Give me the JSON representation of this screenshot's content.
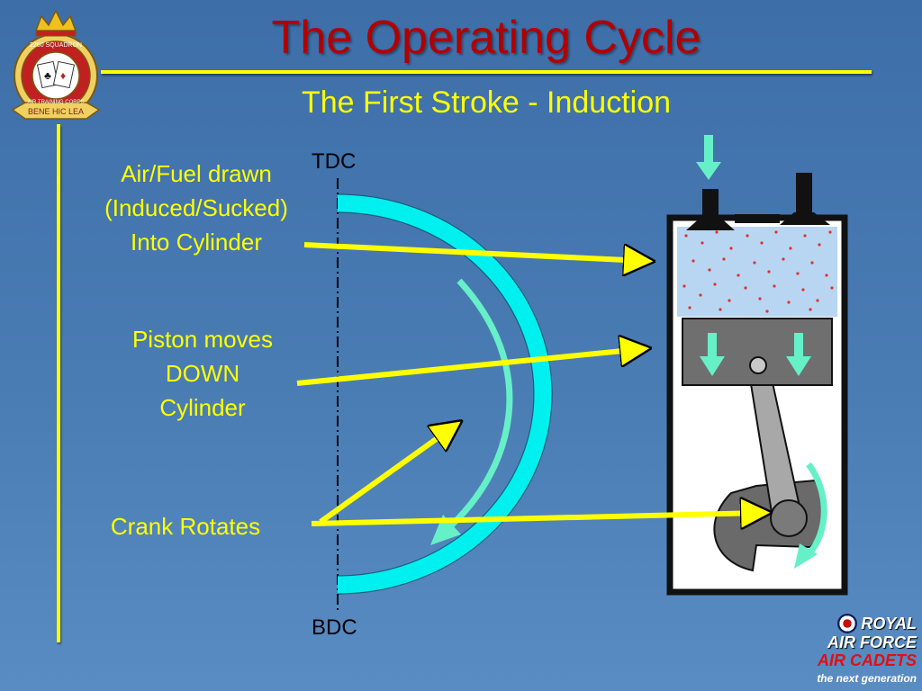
{
  "slide": {
    "title": "The Operating Cycle",
    "subtitle": "The First Stroke - Induction"
  },
  "labels": {
    "airfuel": [
      "Air/Fuel drawn",
      "(Induced/Sucked)",
      "Into Cylinder"
    ],
    "piston": [
      "Piston moves",
      "DOWN",
      "Cylinder"
    ],
    "crank": "Crank Rotates",
    "tdc": "TDC",
    "bdc": "BDC"
  },
  "badge": {
    "ring_top": "2260 SQUADRON",
    "ring_side": "AIR TRAINING CORPS",
    "motto": "BENE HIC LEA"
  },
  "logo": {
    "line1": "ROYAL",
    "line2": "AIR FORCE",
    "line3": "AIR CADETS",
    "tagline": "the next generation"
  },
  "colors": {
    "title": "#b00000",
    "accent": "#ffff00",
    "arc": "#00f0f0",
    "flow_arrow": "#66f0c8",
    "mixture_dots": "#e03030"
  }
}
